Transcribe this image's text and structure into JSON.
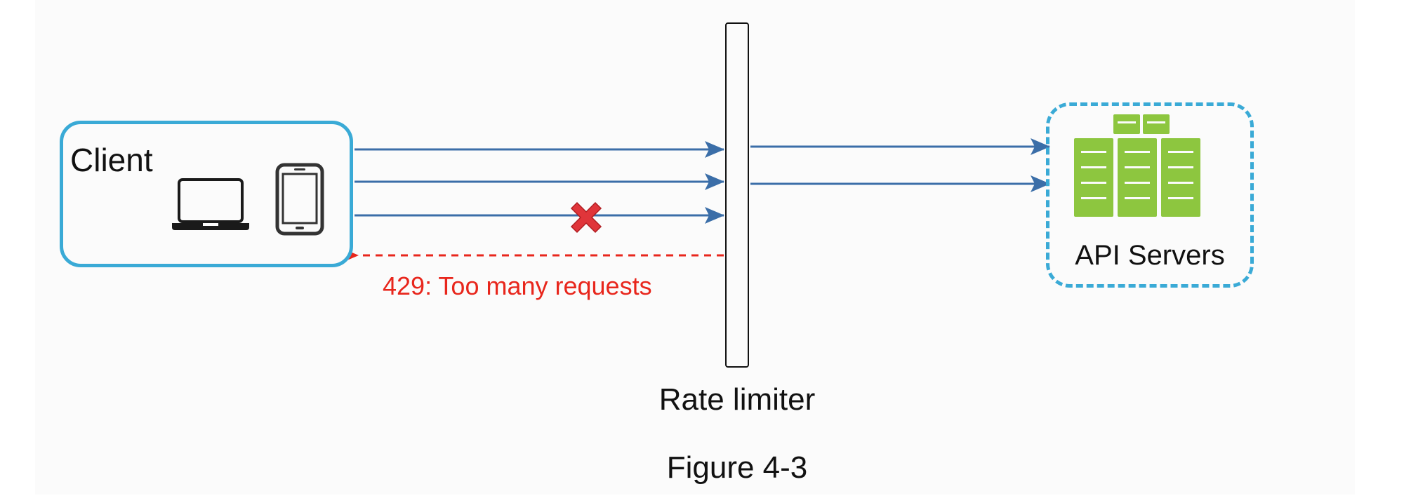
{
  "client": {
    "label": "Client"
  },
  "rate_limiter": {
    "label": "Rate limiter"
  },
  "api_servers": {
    "label": "API Servers"
  },
  "rejected": {
    "message": "429: Too many requests"
  },
  "caption": "Figure 4-3",
  "colors": {
    "client_border": "#3aaad6",
    "api_border": "#3aaad6",
    "arrow": "#3b6ea8",
    "error": "#e8261c",
    "server": "#8dc63f"
  },
  "icons": [
    "laptop-icon",
    "tablet-icon",
    "server-rack-icon",
    "reject-x-icon"
  ]
}
